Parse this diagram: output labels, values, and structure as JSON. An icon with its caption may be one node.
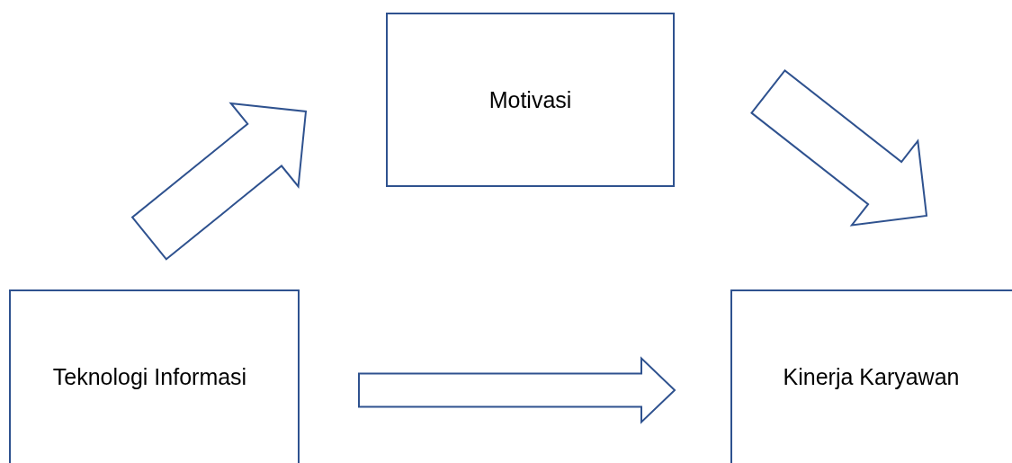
{
  "diagram": {
    "nodes": [
      {
        "text": [
          "Motivasi"
        ]
      },
      {
        "text": [
          "Teknologi Informasi"
        ]
      },
      {
        "text": [
          "Kinerja Karyawan"
        ]
      }
    ],
    "edges": [
      {
        "from": 1,
        "to": 0,
        "arrow": "to"
      },
      {
        "from": 0,
        "to": 2,
        "arrow": "to"
      },
      {
        "from": 1,
        "to": 2,
        "arrow": "to"
      }
    ]
  }
}
